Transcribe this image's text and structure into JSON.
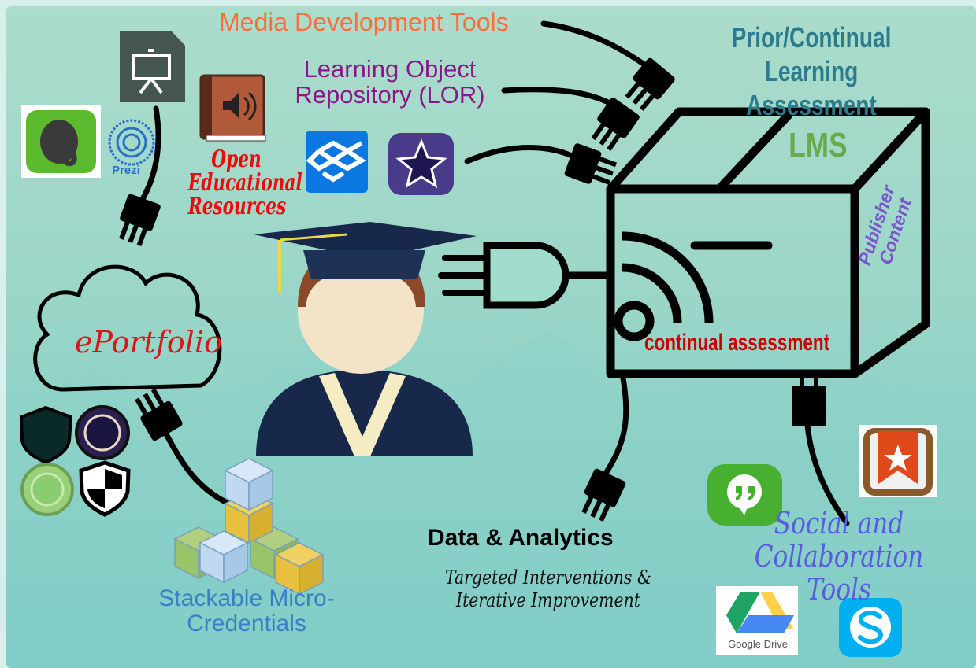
{
  "labels": {
    "media_tools": "Media Development Tools",
    "prior_learning": "Prior/Continual Learning Assessment",
    "lor": "Learning Object Repository (LOR)",
    "oer": "Open Educational Resources",
    "lms": "LMS",
    "publisher": "Publisher Content",
    "continual_assessment": "continual assessment",
    "eportfolio": "ePortfolio",
    "micro_credentials": "Stackable Micro-Credentials",
    "data_analytics": "Data & Analytics",
    "interventions": "Targeted Interventions & Iterative Improvement",
    "social_tools": "Social and Collaboration Tools"
  },
  "icons": {
    "evernote": "evernote-icon",
    "prezi": "Prezi",
    "presentation": "presentation-icon",
    "audiobook": "audiobook-icon",
    "dropbox": "dropbox-icon",
    "imovie": "imovie-icon",
    "hangouts": "hangouts-icon",
    "wunderlist": "wunderlist-icon",
    "google_drive": "Google Drive",
    "skype": "skype-icon"
  },
  "colors": {
    "media": "#ff6d3a",
    "prior": "#2b7c8c",
    "lor": "#8a1688",
    "oer": "#ee0a0a",
    "lms": "#6aaa4c",
    "publisher": "#7a55cc",
    "continual": "#cc0000",
    "credentials": "#3a80c8",
    "social": "#5b5bdd"
  }
}
